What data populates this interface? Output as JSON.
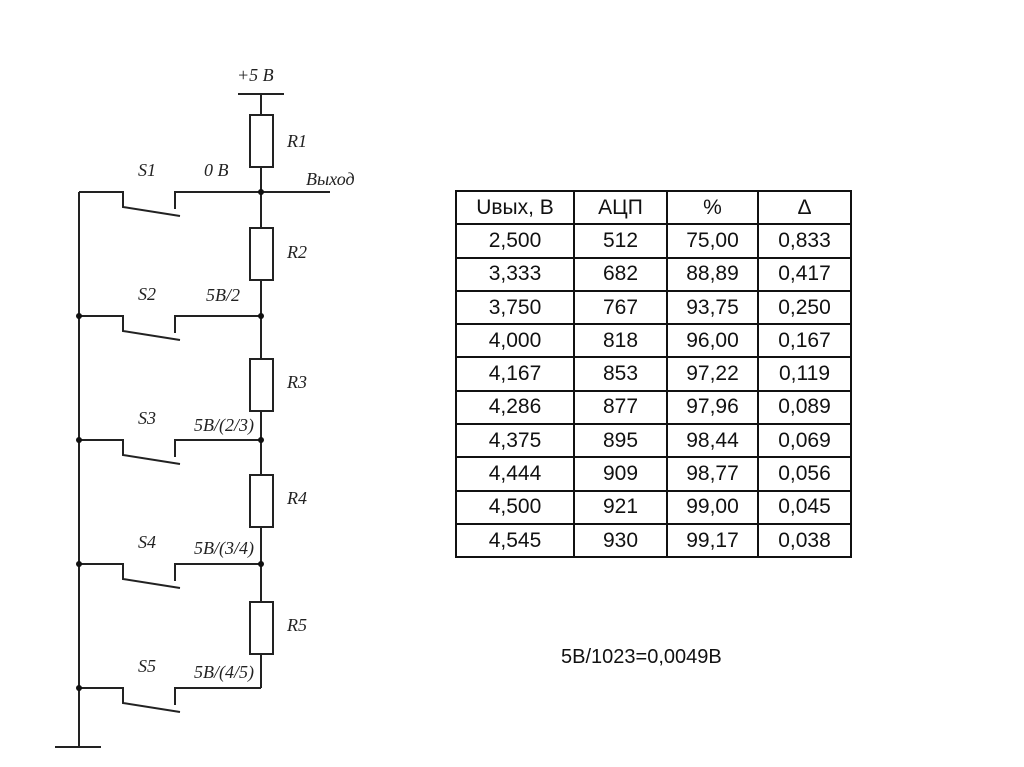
{
  "circuit": {
    "supply": "+5 В",
    "output": "Выход",
    "resistors": [
      "R1",
      "R2",
      "R3",
      "R4",
      "R5"
    ],
    "switches": [
      "S1",
      "S2",
      "S3",
      "S4",
      "S5"
    ],
    "node_voltages": [
      "0 В",
      "5В/2",
      "5В/(2/3)",
      "5В/(3/4)",
      "5В/(4/5)"
    ]
  },
  "table": {
    "headers": [
      "Uвых, В",
      "АЦП",
      "%",
      "∆"
    ],
    "rows": [
      [
        "2,500",
        "512",
        "75,00",
        "0,833"
      ],
      [
        "3,333",
        "682",
        "88,89",
        "0,417"
      ],
      [
        "3,750",
        "767",
        "93,75",
        "0,250"
      ],
      [
        "4,000",
        "818",
        "96,00",
        "0,167"
      ],
      [
        "4,167",
        "853",
        "97,22",
        "0,119"
      ],
      [
        "4,286",
        "877",
        "97,96",
        "0,089"
      ],
      [
        "4,375",
        "895",
        "98,44",
        "0,069"
      ],
      [
        "4,444",
        "909",
        "98,77",
        "0,056"
      ],
      [
        "4,500",
        "921",
        "99,00",
        "0,045"
      ],
      [
        "4,545",
        "930",
        "99,17",
        "0,038"
      ]
    ]
  },
  "note": "5В/1023=0,0049В"
}
